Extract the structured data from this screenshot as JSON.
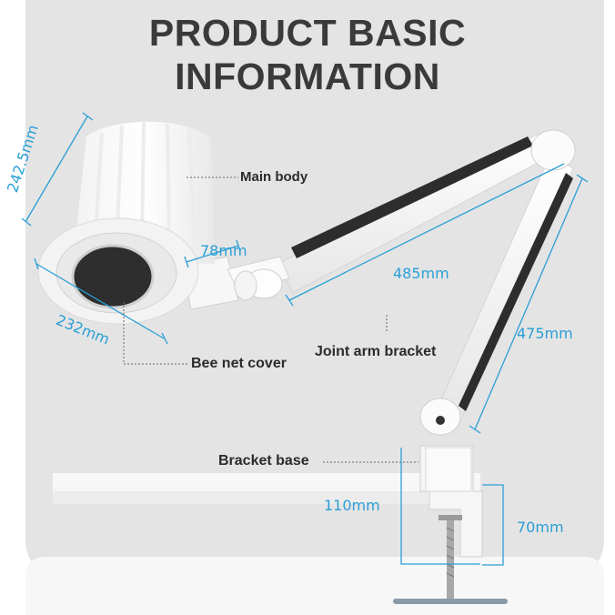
{
  "title": {
    "line1": "PRODUCT BASIC",
    "line2": "INFORMATION"
  },
  "labels": {
    "main_body": "Main body",
    "bee_net_cover": "Bee net cover",
    "joint_arm_bracket": "Joint arm bracket",
    "bracket_base": "Bracket base"
  },
  "dimensions": {
    "height": "242.5mm",
    "diameter": "232mm",
    "neck": "78mm",
    "upper_arm": "485mm",
    "lower_arm": "475mm",
    "clamp_width": "110mm",
    "clamp_height": "70mm"
  },
  "colors": {
    "background_panel": "#e4e4e4",
    "dimension_line": "#2a9fd6",
    "title_text": "#3a3a3a",
    "product_white": "#f8f8f8"
  }
}
